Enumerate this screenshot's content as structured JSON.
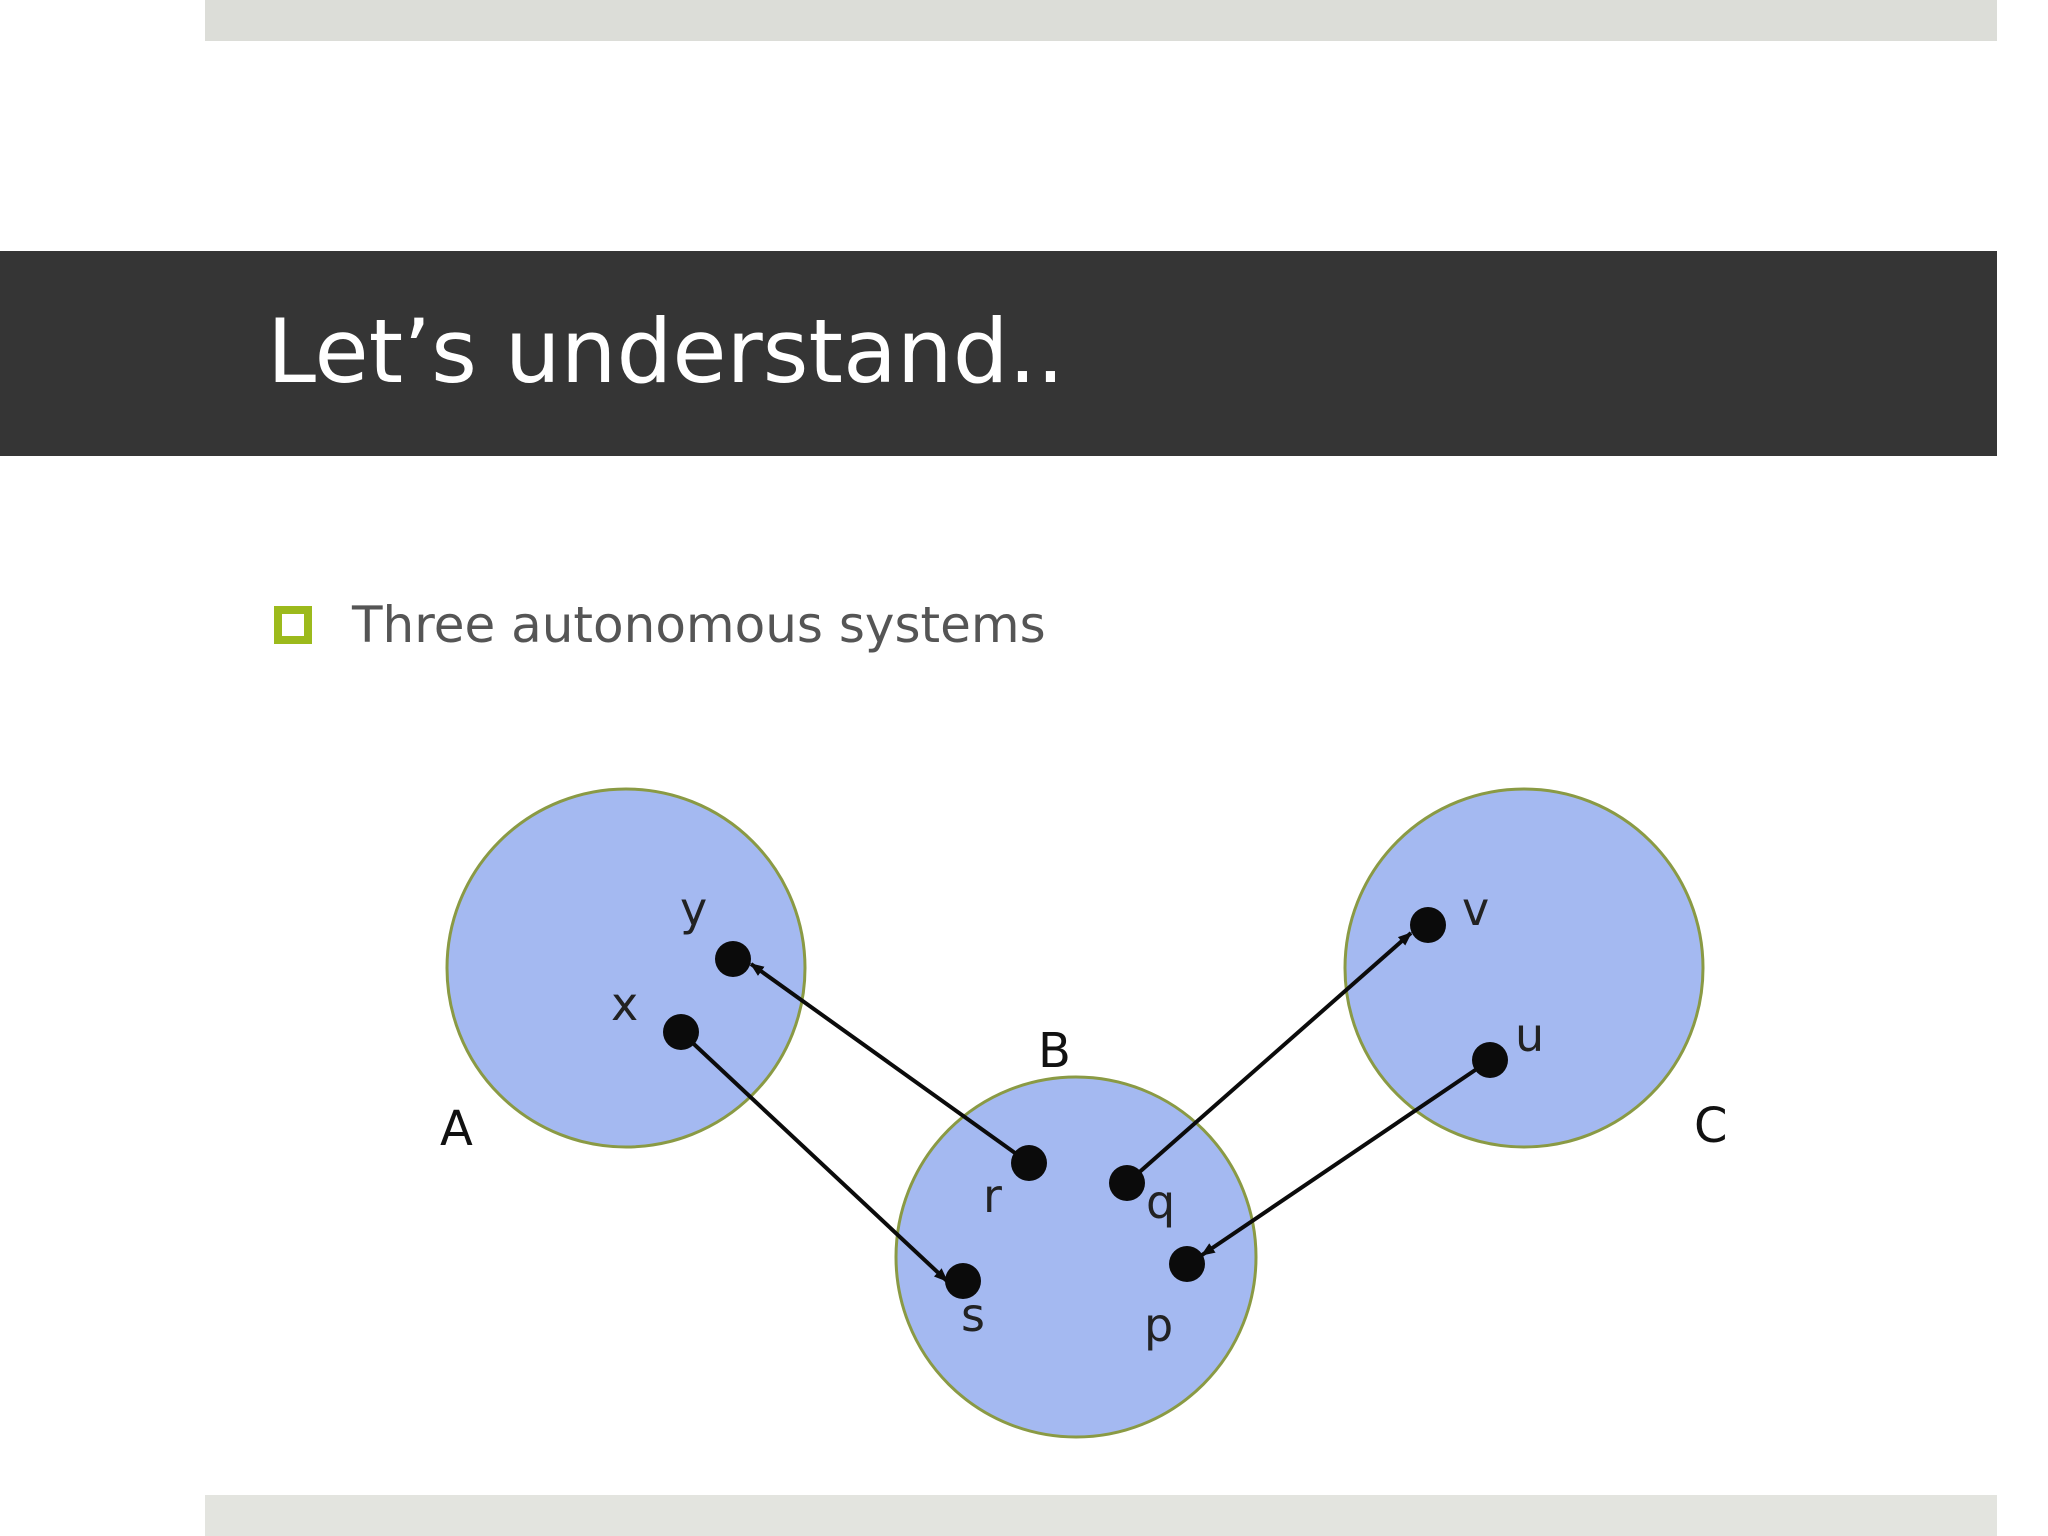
{
  "slide": {
    "title": "Let’s understand..",
    "bullets": [
      {
        "text": "Three autonomous systems"
      }
    ]
  },
  "diagram": {
    "systems": [
      {
        "id": "A",
        "label": "A"
      },
      {
        "id": "B",
        "label": "B"
      },
      {
        "id": "C",
        "label": "C"
      }
    ],
    "nodes": [
      {
        "id": "y",
        "label": "y",
        "system": "A"
      },
      {
        "id": "x",
        "label": "x",
        "system": "A"
      },
      {
        "id": "r",
        "label": "r",
        "system": "B"
      },
      {
        "id": "q",
        "label": "q",
        "system": "B"
      },
      {
        "id": "s",
        "label": "s",
        "system": "B"
      },
      {
        "id": "p",
        "label": "p",
        "system": "B"
      },
      {
        "id": "v",
        "label": "v",
        "system": "C"
      },
      {
        "id": "u",
        "label": "u",
        "system": "C"
      }
    ],
    "edges": [
      {
        "from": "r",
        "to": "y"
      },
      {
        "from": "x",
        "to": "s"
      },
      {
        "from": "q",
        "to": "v"
      },
      {
        "from": "u",
        "to": "p"
      }
    ],
    "colors": {
      "system_fill": "#a4b9f1",
      "system_stroke": "#8a9a44",
      "node_fill": "#0b0b0b",
      "edge": "#0b0b0b",
      "title_bar": "#353535",
      "bullet_marker": "#9cba1c",
      "band": "#dcddd8"
    }
  }
}
